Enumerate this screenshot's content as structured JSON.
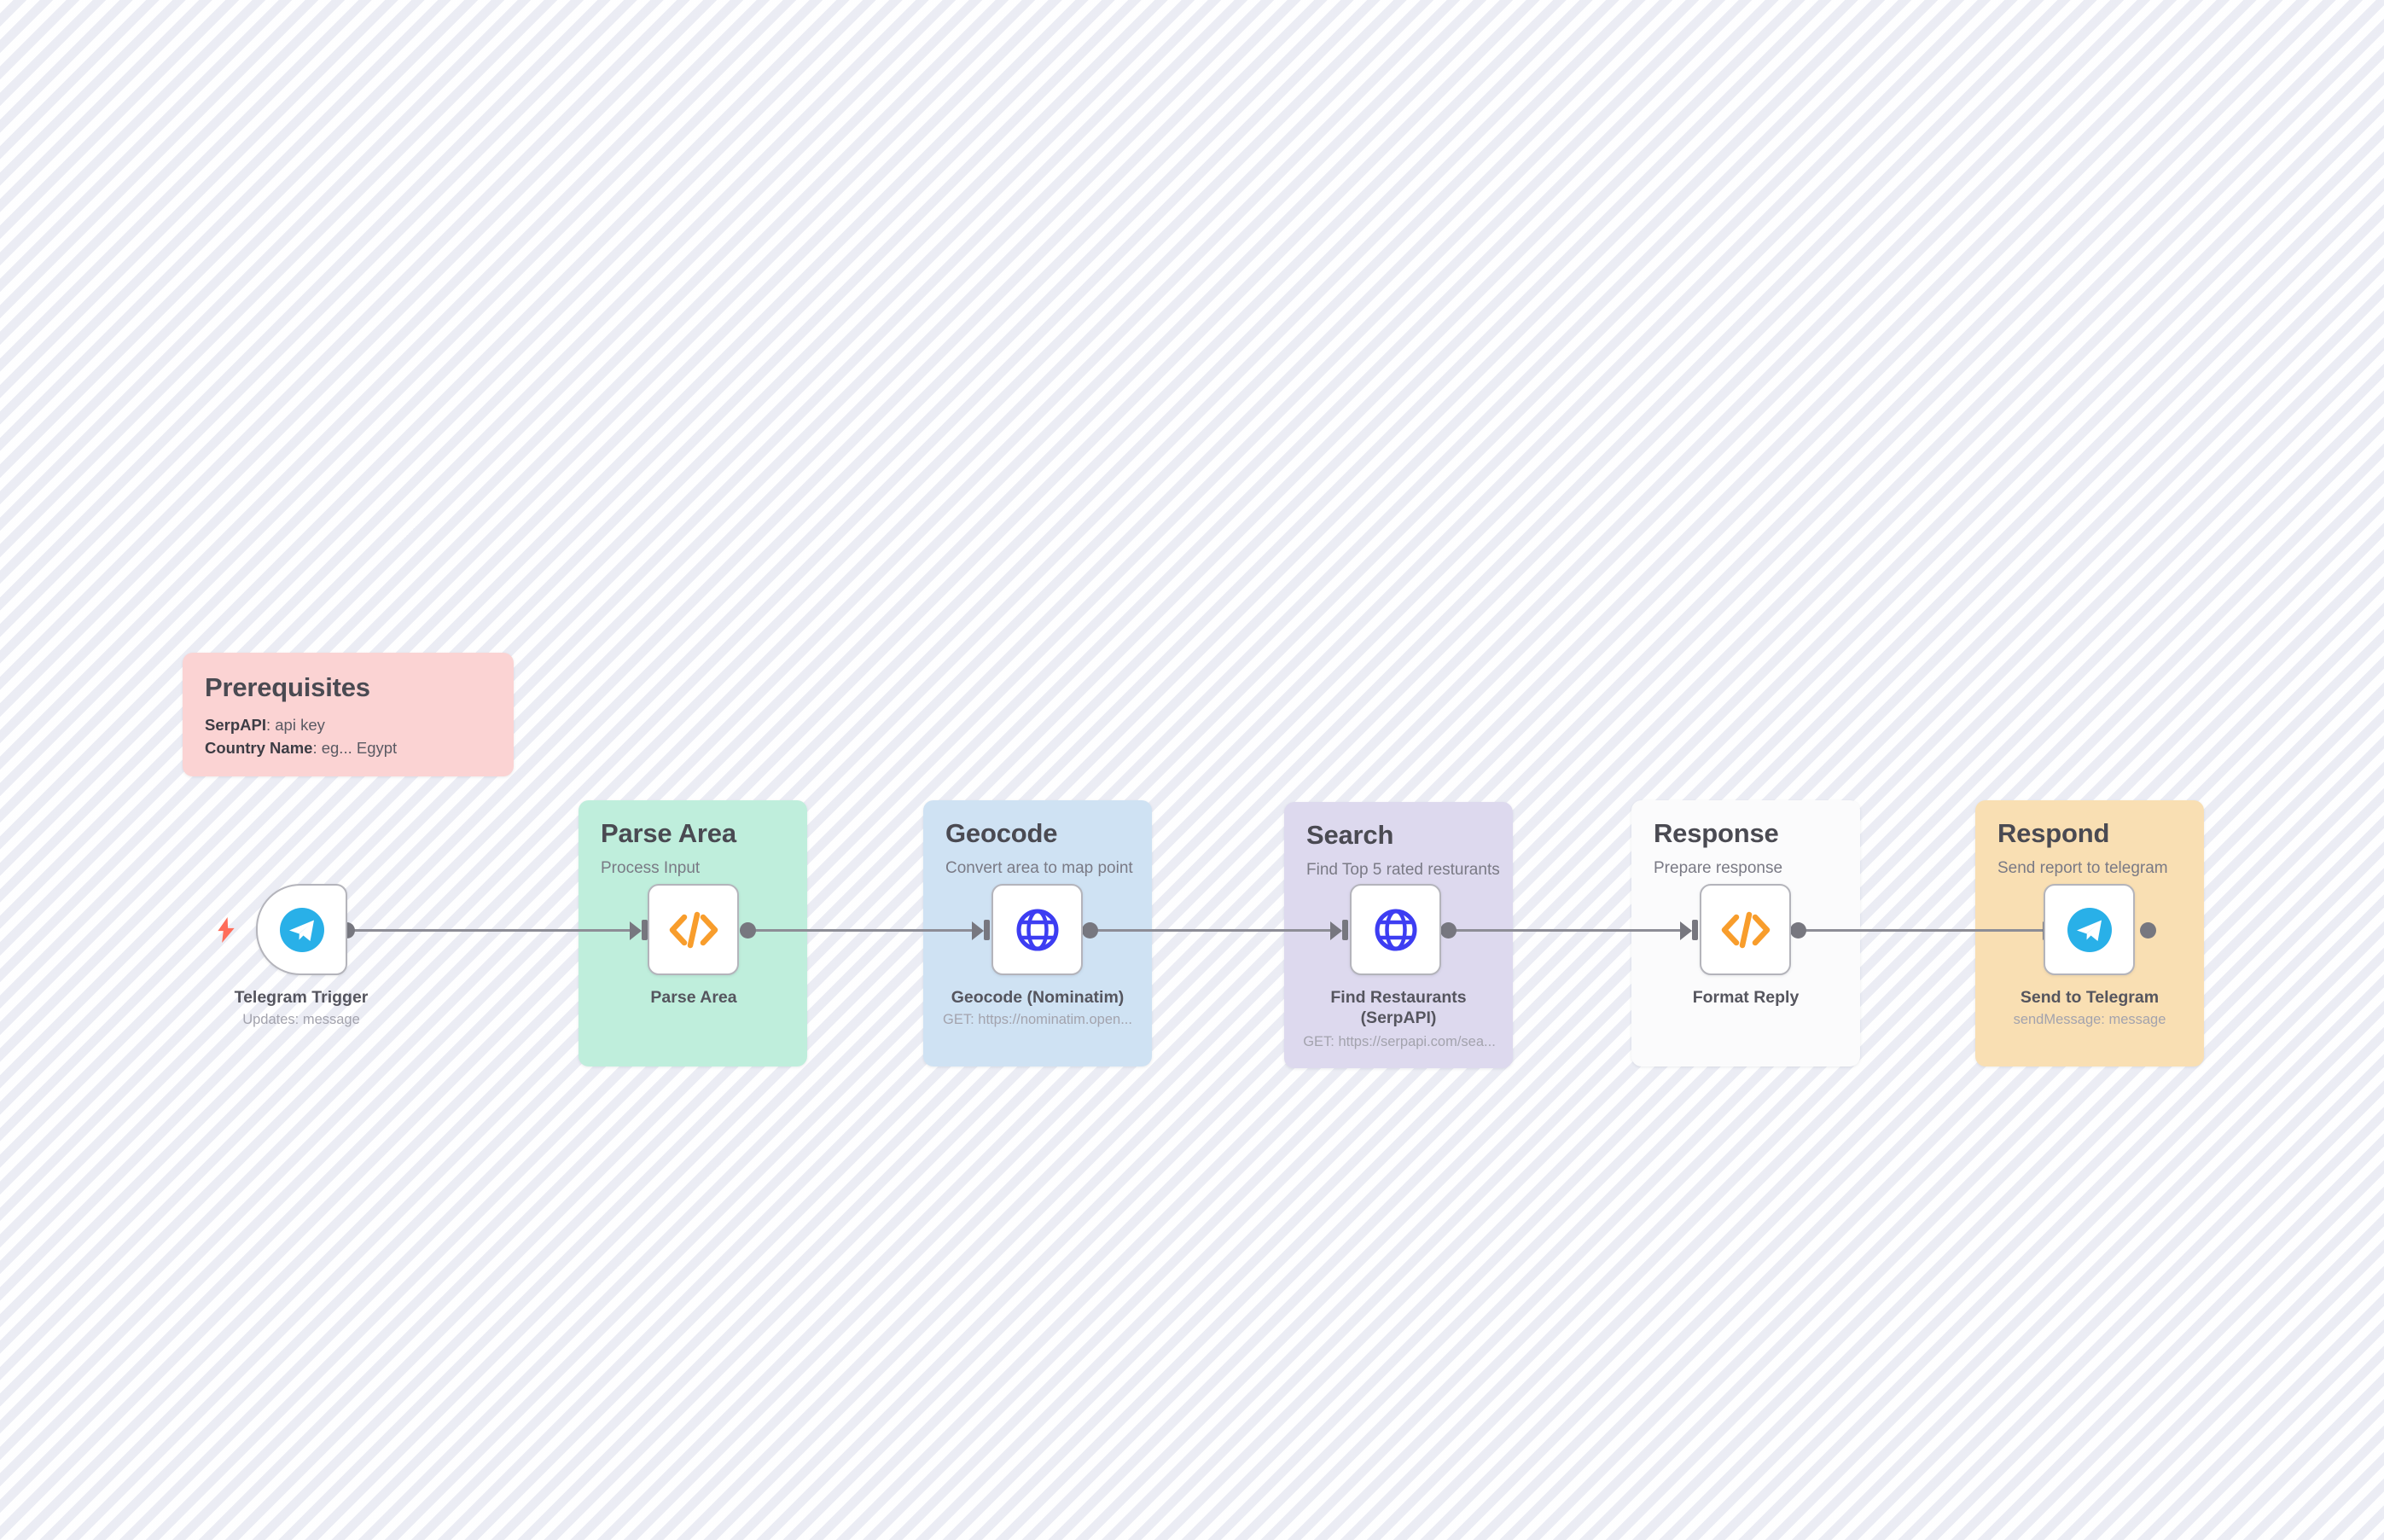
{
  "canvas": {
    "background_color": "#f6f7fb",
    "stripe_color": "#e2e4ef"
  },
  "notes": [
    {
      "id": "prerequisites",
      "title": "Prerequisites",
      "color": "#fbd3d3",
      "lines": [
        {
          "label": "SerpAPI",
          "value": ": api key"
        },
        {
          "label": "Country Name",
          "value": ": eg... Egypt"
        }
      ]
    },
    {
      "id": "parse-area",
      "title": "Parse Area",
      "subtitle": "Process Input",
      "color": "#bfeedc"
    },
    {
      "id": "geocode",
      "title": "Geocode",
      "subtitle": "Convert area to map point",
      "color": "#cfe2f3"
    },
    {
      "id": "search",
      "title": "Search",
      "subtitle": "Find Top 5 rated resturants",
      "color": "#ddd9ee"
    },
    {
      "id": "response",
      "title": "Response",
      "subtitle": "Prepare response",
      "color": "#fbfbfc"
    },
    {
      "id": "respond",
      "title": "Respond",
      "subtitle": "Send report to telegram",
      "color": "#f9dfb3"
    }
  ],
  "nodes": [
    {
      "id": "telegram-trigger",
      "icon": "telegram-icon",
      "label": "Telegram Trigger",
      "sublabel": "Updates: message",
      "badge": "lightning-bolt-icon"
    },
    {
      "id": "parse-area-node",
      "icon": "code-icon",
      "label": "Parse Area",
      "sublabel": ""
    },
    {
      "id": "geocode-node",
      "icon": "globe-icon",
      "label": "Geocode (Nominatim)",
      "sublabel": "GET: https://nominatim.open..."
    },
    {
      "id": "find-restaurants-node",
      "icon": "globe-icon",
      "label": "Find Restaurants\n(SerpAPI)",
      "sublabel": "GET: https://serpapi.com/sea..."
    },
    {
      "id": "format-reply-node",
      "icon": "code-icon",
      "label": "Format Reply",
      "sublabel": ""
    },
    {
      "id": "send-to-telegram-node",
      "icon": "telegram-icon",
      "label": "Send to Telegram",
      "sublabel": "sendMessage: message"
    }
  ],
  "colors": {
    "telegram_blue": "#29b0e8",
    "code_orange": "#f89d2c",
    "globe_indigo": "#3d3df2",
    "bolt_red": "#ff6d5a",
    "connector_gray": "#8d8d96",
    "node_border": "#b4b4bb"
  }
}
